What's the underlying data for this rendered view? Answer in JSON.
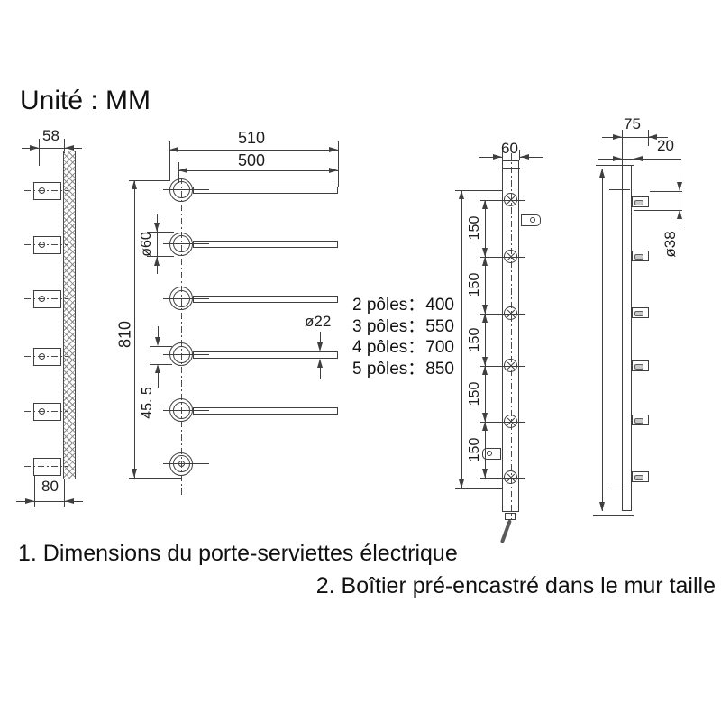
{
  "title": "Unité : MM",
  "left_view": {
    "top_width": "58",
    "bottom_width": "80"
  },
  "front_view": {
    "len_outer": "510",
    "len_inner": "500",
    "pivot_dia": "ø60",
    "tube_dia": "ø22",
    "height": "810",
    "hub_dia": "45. 5"
  },
  "poles_table": {
    "rows": [
      {
        "label": "2 pôles：",
        "value": "400"
      },
      {
        "label": "3 pôles：",
        "value": "550"
      },
      {
        "label": "4 pôles：",
        "value": "700"
      },
      {
        "label": "5 pôles：",
        "value": "850"
      }
    ]
  },
  "column_view": {
    "width": "60",
    "spacing": [
      "150",
      "150",
      "150",
      "150",
      "150"
    ]
  },
  "profile_view": {
    "depth": "75",
    "thickness": "20",
    "stub_dia": "ø38"
  },
  "footer": {
    "line1": "1. Dimensions du porte-serviettes électrique",
    "line2": "2. Boîtier pré-encastré dans le mur taille"
  },
  "colors": {
    "line": "#3f3f3f",
    "text": "#111111",
    "background": "#ffffff"
  }
}
